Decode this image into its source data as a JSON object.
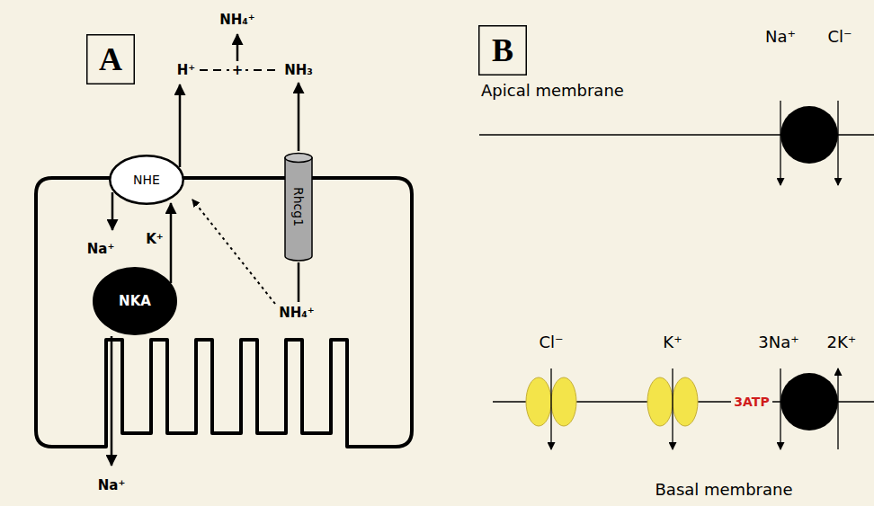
{
  "diagram": {
    "nodes": [
      {
        "text": [
          "A"
        ]
      },
      {
        "text": [
          "NHE"
        ]
      },
      {
        "text": [
          "Rhcg1"
        ]
      },
      {
        "text": [
          "NKA"
        ]
      },
      {
        "text": [
          "B"
        ]
      }
    ],
    "labels": [
      "NH₄⁺",
      "H⁺",
      "+",
      "NH₃",
      "Na⁺",
      "K⁺",
      "NH₄⁺",
      "Na⁺",
      "Na⁺",
      "Cl⁻",
      "Apical membrane",
      "Cl⁻",
      "K⁺",
      "3Na⁺",
      "2K⁺",
      "3ATP",
      "Basal membrane"
    ]
  }
}
